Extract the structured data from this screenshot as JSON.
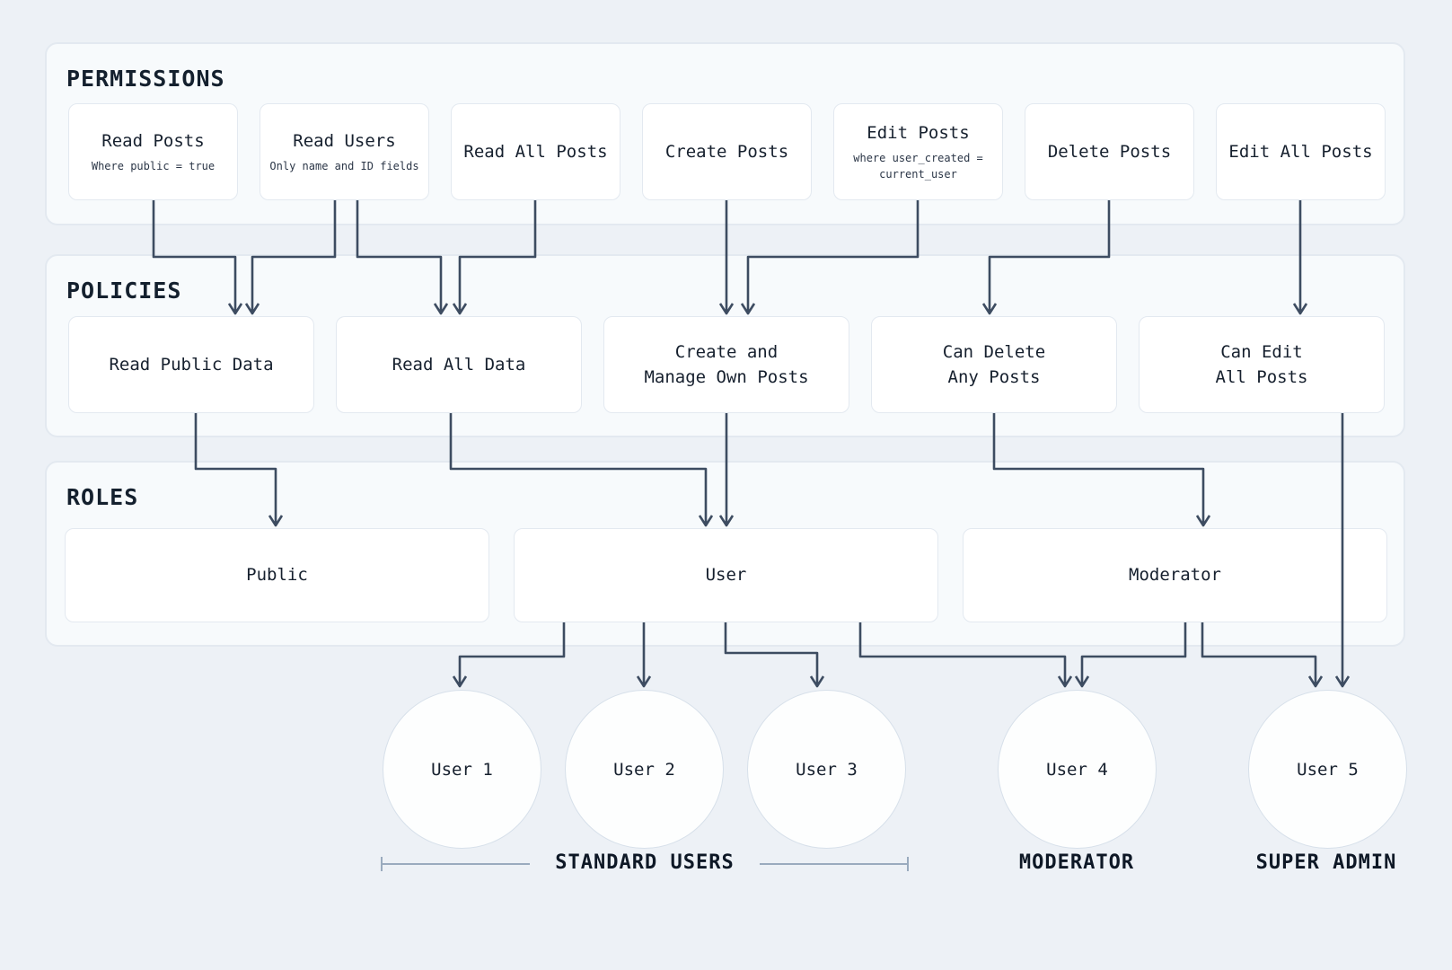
{
  "sections": {
    "permissions": {
      "title": "PERMISSIONS",
      "items": [
        {
          "title": "Read Posts",
          "subtitle": "Where public = true"
        },
        {
          "title": "Read Users",
          "subtitle": "Only name and ID fields"
        },
        {
          "title": "Read All Posts",
          "subtitle": ""
        },
        {
          "title": "Create Posts",
          "subtitle": ""
        },
        {
          "title": "Edit Posts",
          "subtitle": "where user_created = current_user"
        },
        {
          "title": "Delete Posts",
          "subtitle": ""
        },
        {
          "title": "Edit All Posts",
          "subtitle": ""
        }
      ]
    },
    "policies": {
      "title": "POLICIES",
      "items": [
        {
          "title": "Read Public Data",
          "title2": ""
        },
        {
          "title": "Read All Data",
          "title2": ""
        },
        {
          "title": "Create and",
          "title2": "Manage Own Posts"
        },
        {
          "title": "Can Delete",
          "title2": "Any Posts"
        },
        {
          "title": "Can Edit",
          "title2": "All Posts"
        }
      ]
    },
    "roles": {
      "title": "ROLES",
      "items": [
        {
          "title": "Public"
        },
        {
          "title": "User"
        },
        {
          "title": "Moderator"
        }
      ]
    }
  },
  "users": [
    {
      "name": "User 1"
    },
    {
      "name": "User 2"
    },
    {
      "name": "User 3"
    },
    {
      "name": "User 4"
    },
    {
      "name": "User 5"
    }
  ],
  "footer": {
    "standard_users": "STANDARD USERS",
    "moderator": "MODERATOR",
    "super_admin": "SUPER ADMIN"
  },
  "colors": {
    "page_background": "#edf1f6",
    "panel_background": "#f7fafc",
    "panel_border": "#e3e9f0",
    "node_background": "#ffffff",
    "connector": "#3d4c61",
    "bracket": "#9aabbe",
    "text": "#16202e"
  }
}
